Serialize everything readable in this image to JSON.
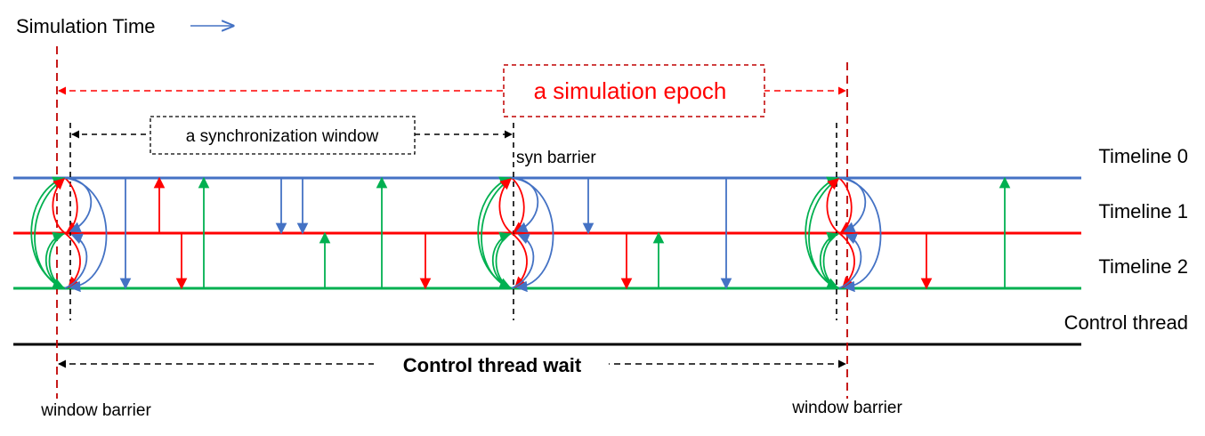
{
  "title": "Simulation Time",
  "epoch_label": "a simulation epoch",
  "window_label": "a synchronization window",
  "syn_barrier_label": "syn barrier",
  "timelines": [
    "Timeline 0",
    "Timeline 1",
    "Timeline 2"
  ],
  "control_thread_label": "Control thread",
  "control_wait_label": "Control thread wait",
  "window_barrier_label_left": "window barrier",
  "window_barrier_label_right": "window barrier",
  "colors": {
    "timeline0": "#4472c4",
    "timeline1": "#ff0000",
    "timeline2": "#00b050",
    "control": "#000000",
    "barrier": "#c00000",
    "epoch_text": "#ff0000"
  }
}
